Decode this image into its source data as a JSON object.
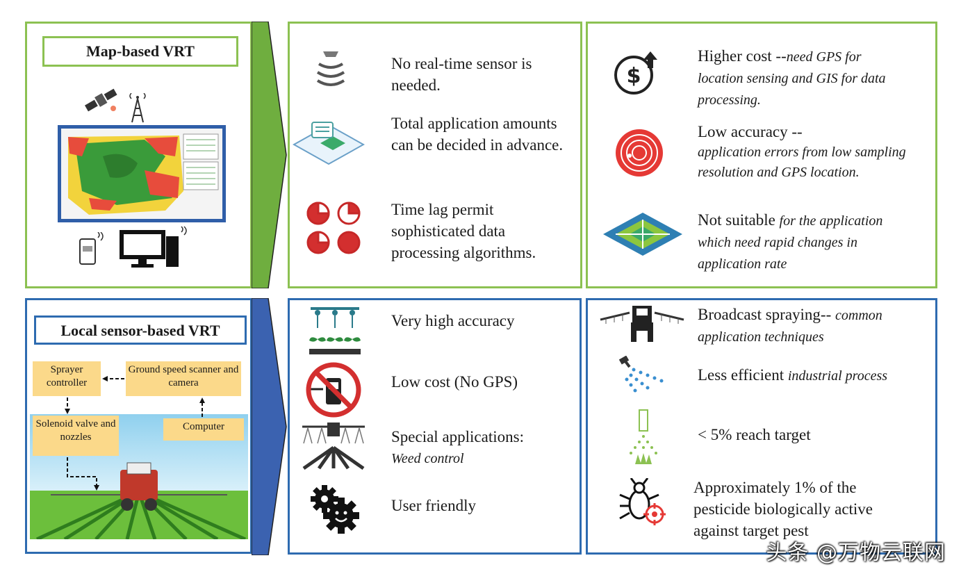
{
  "map_section": {
    "title": "Map-based VRT",
    "advantages": [
      {
        "icon": "sensor-wave-icon",
        "text": "No real-time sensor is needed."
      },
      {
        "icon": "map-document-icon",
        "text": "Total application amounts can be decided in advance."
      },
      {
        "icon": "clock-icon",
        "text": "Time lag permit sophisticated data processing algorithms."
      }
    ],
    "disadvantages": [
      {
        "icon": "cost-up-icon",
        "lead": "Higher cost --",
        "detail": "need GPS for location sensing and GIS for data processing."
      },
      {
        "icon": "target-icon",
        "lead": "Low accuracy --",
        "detail": "application errors from low sampling resolution and GPS location."
      },
      {
        "icon": "field-map-icon",
        "lead": "Not suitable",
        "detail": "for the application which need rapid changes in application rate"
      }
    ]
  },
  "sensor_section": {
    "title": "Local sensor-based VRT",
    "flow": {
      "sprayer_controller": "Sprayer controller",
      "ground_speed": "Ground speed scanner and camera",
      "solenoid": "Solenoid valve and nozzles",
      "computer": "Computer"
    },
    "advantages": [
      {
        "icon": "sprayer-plants-icon",
        "text": "Very high accuracy"
      },
      {
        "icon": "no-gps-icon",
        "text": "Low cost (No GPS)"
      },
      {
        "icon": "field-sprayer-icon",
        "lead": "Special applications:",
        "detail": "Weed control"
      },
      {
        "icon": "gears-icon",
        "text": "User friendly"
      }
    ],
    "disadvantages": [
      {
        "icon": "broadcast-sprayer-icon",
        "lead": "Broadcast spraying--",
        "detail": "common application techniques"
      },
      {
        "icon": "spray-nozzle-icon",
        "lead": "Less efficient",
        "detail": "industrial process"
      },
      {
        "icon": "spray-target-icon",
        "text": "< 5% reach target"
      },
      {
        "icon": "bug-target-icon",
        "text": "Approximately 1% of the pesticide biologically active against target pest"
      }
    ]
  },
  "watermark": "头条 @万物云联网",
  "colors": {
    "green": "#8cc152",
    "blue": "#2e6bb0",
    "label": "#fbd98a"
  }
}
